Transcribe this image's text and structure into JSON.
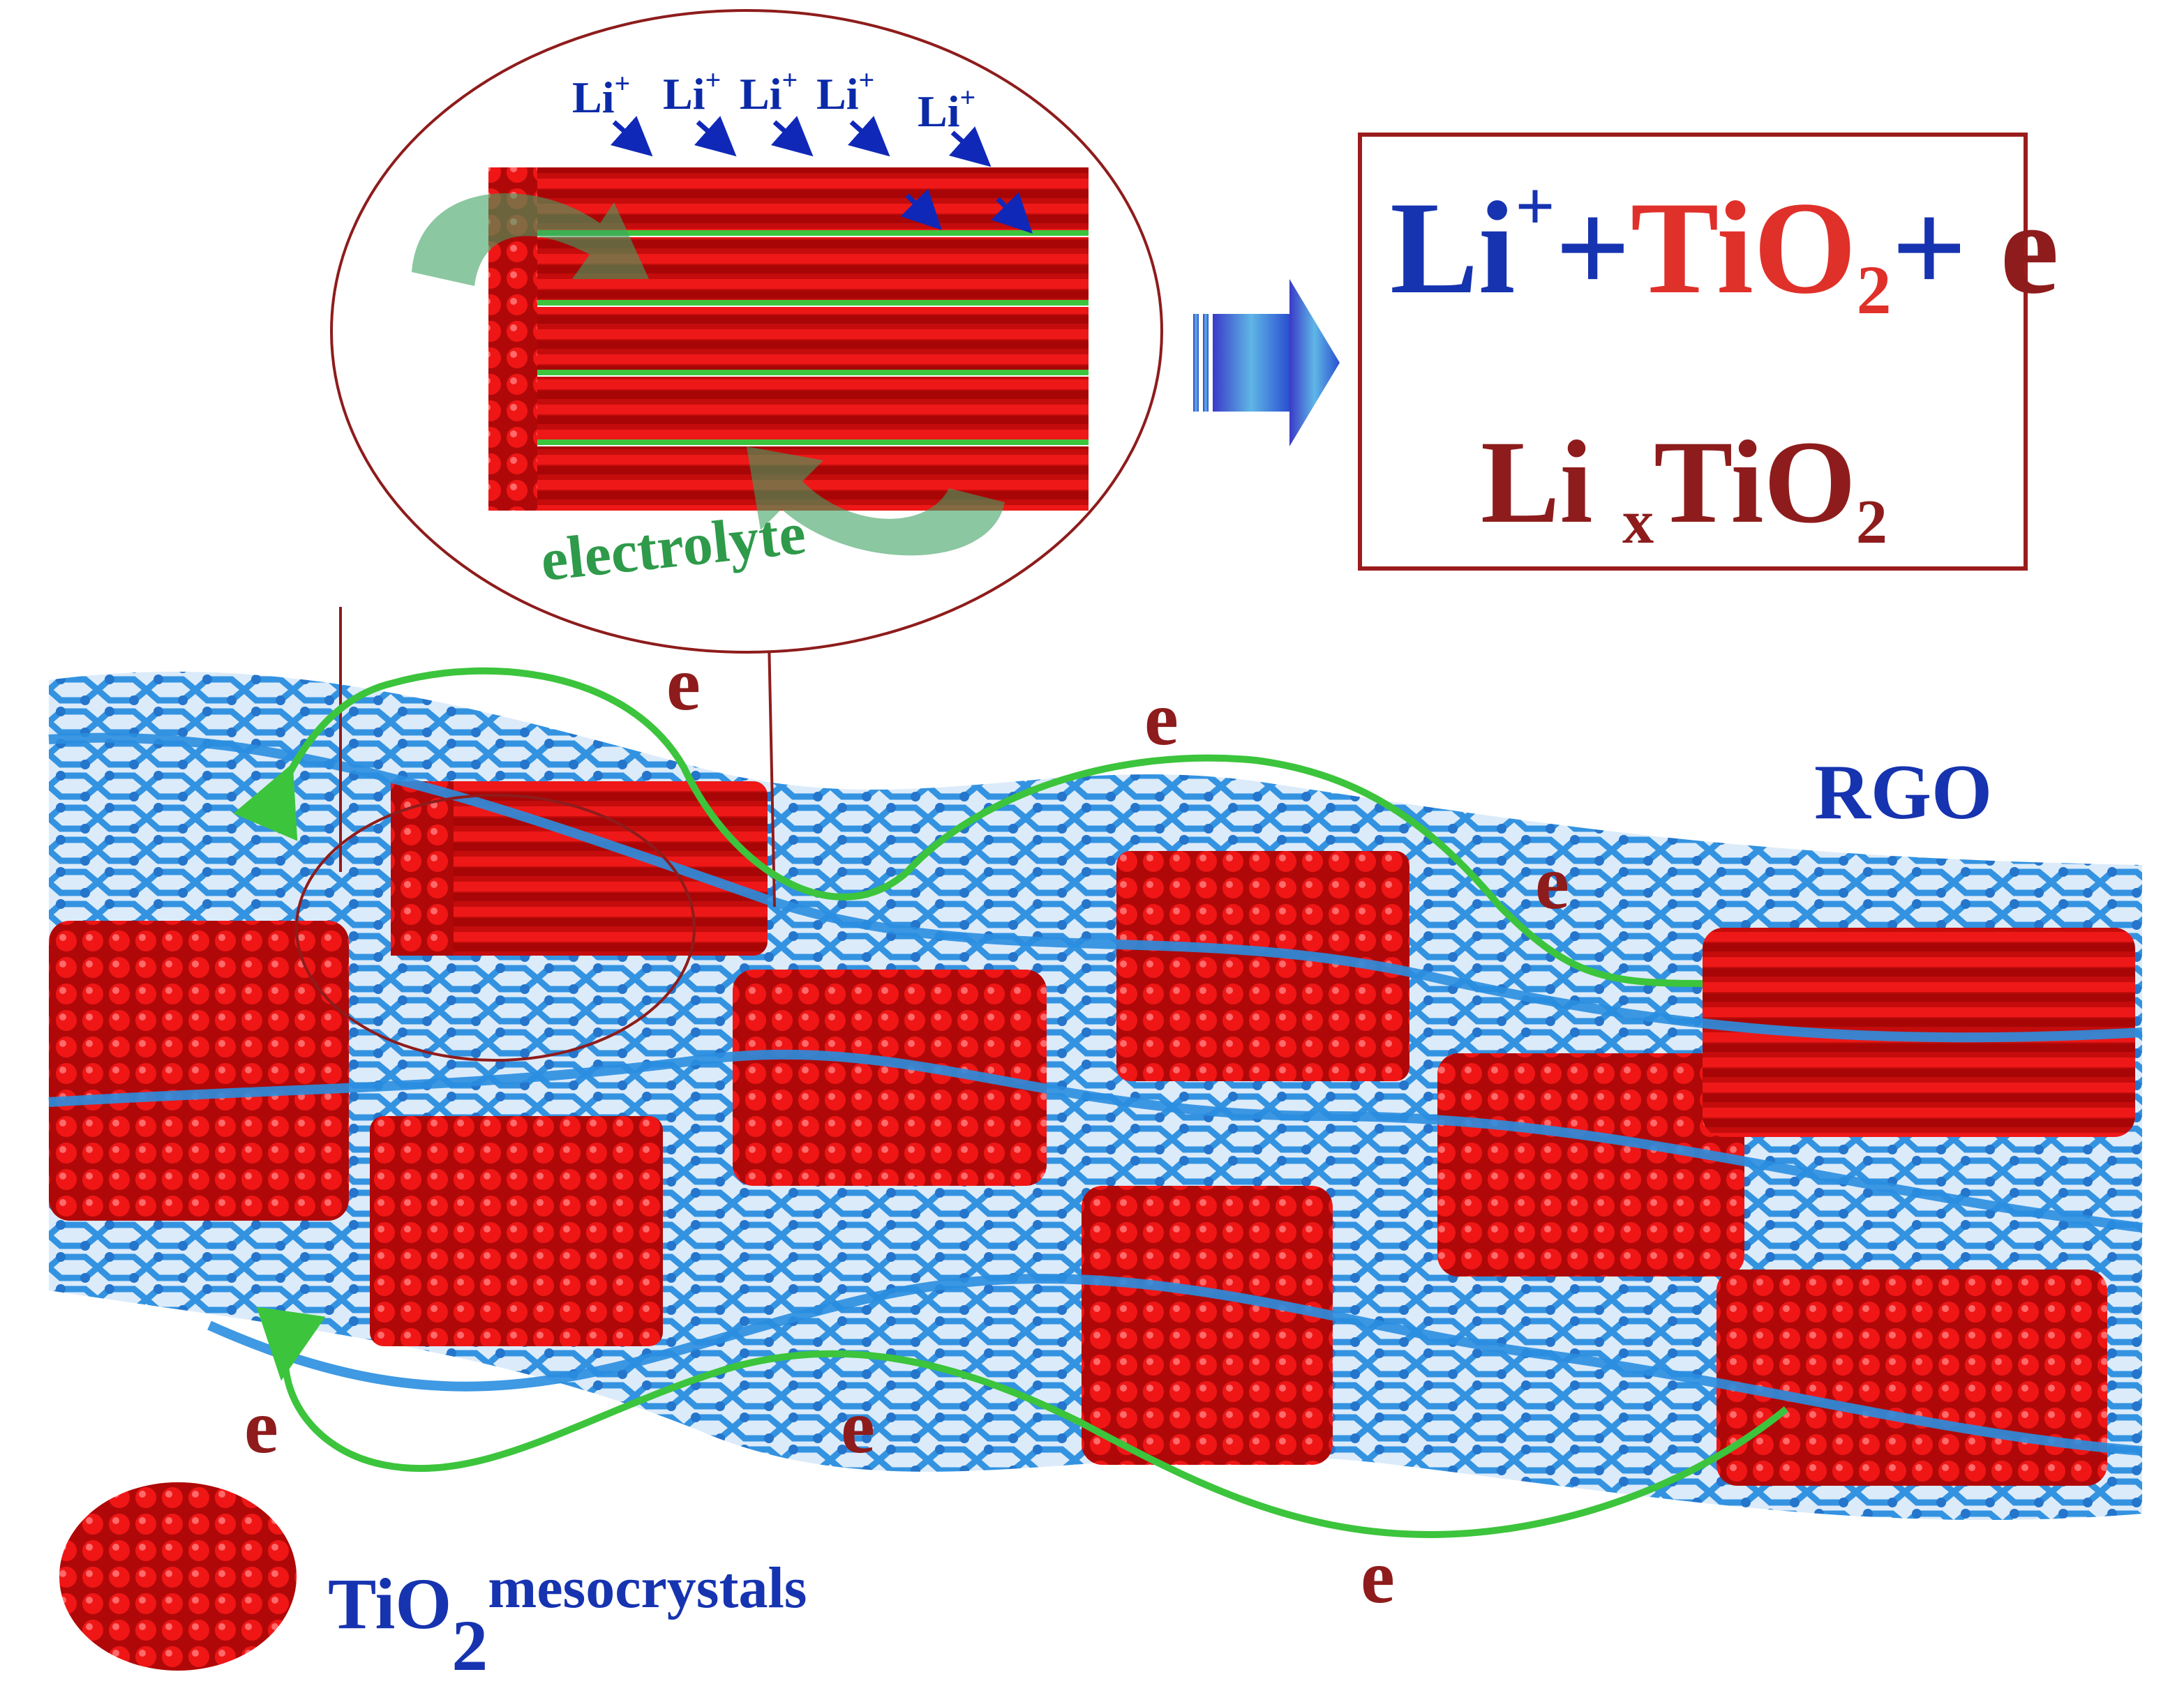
{
  "inset": {
    "li_ions": [
      "Li+",
      "Li+",
      "Li+",
      "Li+",
      "Li+"
    ],
    "electrolyte_label": "electrolyte"
  },
  "equation": {
    "li": "Li",
    "li_charge": "+",
    "plus1": "+",
    "tio2_ti": "TiO",
    "tio2_sub": "2",
    "plus2": "+",
    "electron": " e",
    "product_li": "Li ",
    "product_x": "x",
    "product_tio": "TiO",
    "product_sub": "2"
  },
  "rgo_label": "RGO",
  "electron_labels": [
    "e",
    "e",
    "e",
    "e",
    "e",
    "e"
  ],
  "legend": {
    "tio": "TiO",
    "sub": "2",
    "text": "mesocrystals"
  },
  "colors": {
    "tio2_red": "#e01010",
    "rgo_blue": "#2a8ee0",
    "electron_path_green": "#3cc43c",
    "label_dark_red": "#8e1c1c",
    "label_blue": "#1633b0",
    "box_border": "#9b1c1c"
  }
}
